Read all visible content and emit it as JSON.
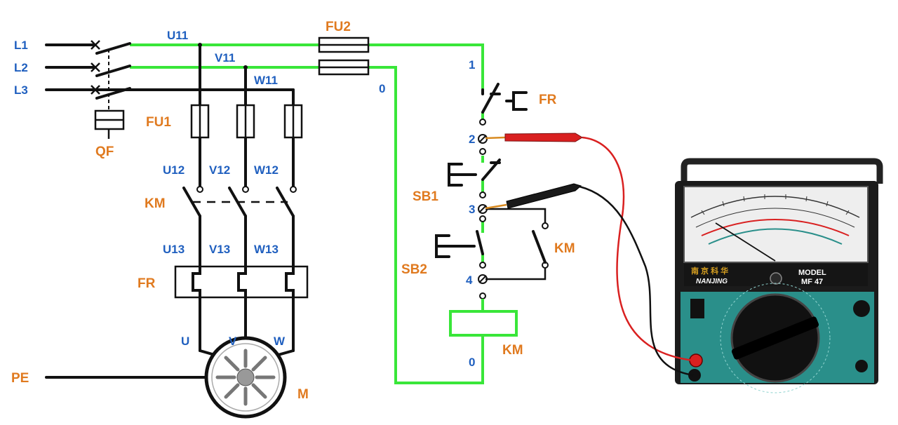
{
  "diagram": {
    "labels": {
      "L1": "L1",
      "L2": "L2",
      "L3": "L3",
      "U11": "U11",
      "V11": "V11",
      "W11": "W11",
      "FU2": "FU2",
      "FU1": "FU1",
      "QF": "QF",
      "U12": "U12",
      "V12": "V12",
      "W12": "W12",
      "KM_main": "KM",
      "U13": "U13",
      "V13": "V13",
      "W13": "W13",
      "FR_main": "FR",
      "U": "U",
      "V": "V",
      "W": "W",
      "PE": "PE",
      "M": "M",
      "n1": "1",
      "n0_top": "0",
      "n2": "2",
      "n3": "3",
      "n4": "4",
      "n0_bottom": "0",
      "FR_ctrl": "FR",
      "SB1": "SB1",
      "SB2": "SB2",
      "KM_aux": "KM",
      "KM_coil": "KM"
    },
    "colors": {
      "control_wire": "#39e639",
      "power_wire": "#111111",
      "blue_label": "#1f5fbf",
      "orange_label": "#e07a1f",
      "probe_red": "#d92020",
      "probe_black": "#111111"
    }
  },
  "multimeter": {
    "brand": "南 京 科 华",
    "model_label": "MODEL",
    "model_number": "MF 47",
    "logo": "NANJING",
    "colors": {
      "body": "#1b1b1b",
      "panel": "#2a8f8a",
      "dial": "#111111",
      "scale": "#f2f2f2"
    }
  }
}
